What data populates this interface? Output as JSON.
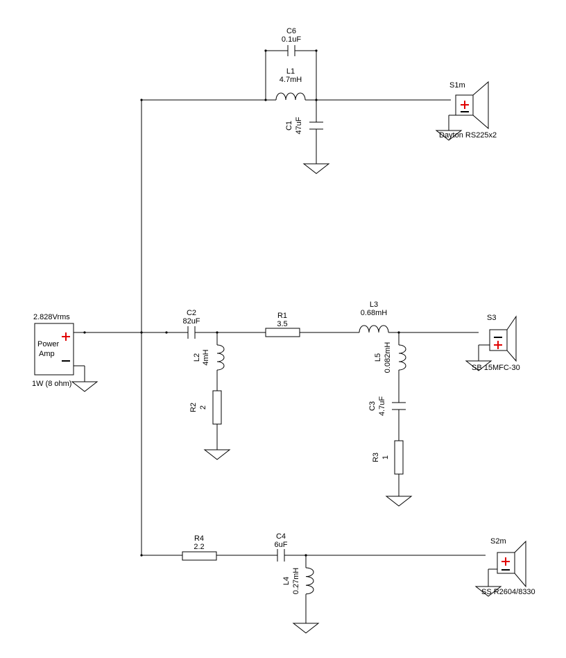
{
  "components": {
    "c6": {
      "name": "C6",
      "value": "0.1uF"
    },
    "l1": {
      "name": "L1",
      "value": "4.7mH"
    },
    "c1": {
      "name": "C1",
      "value": "47uF"
    },
    "c2": {
      "name": "C2",
      "value": "82uF"
    },
    "r1": {
      "name": "R1",
      "value": "3.5"
    },
    "l3": {
      "name": "L3",
      "value": "0.68mH"
    },
    "l2": {
      "name": "L2",
      "value": "4mH"
    },
    "r2": {
      "name": "R2",
      "value": "2"
    },
    "l5": {
      "name": "L5",
      "value": "0.082mH"
    },
    "c3": {
      "name": "C3",
      "value": "4.7uF"
    },
    "r3": {
      "name": "R3",
      "value": "1"
    },
    "r4": {
      "name": "R4",
      "value": "2.2"
    },
    "c4": {
      "name": "C4",
      "value": "6uF"
    },
    "l4": {
      "name": "L4",
      "value": "0.27mH"
    }
  },
  "speakers": {
    "s1m": {
      "name": "S1m",
      "model": "Dayton RS225x2"
    },
    "s3": {
      "name": "S3",
      "model": "SB 15MFC-30"
    },
    "s2m": {
      "name": "S2m",
      "model": "SS R2604/8330"
    }
  },
  "amp": {
    "voltage": "2.828Vrms",
    "label_line1": "Power",
    "label_line2": "Amp",
    "power": "1W (8 ohm)"
  },
  "colors": {
    "wire": "#000000",
    "plus_sign": "#e00000"
  }
}
